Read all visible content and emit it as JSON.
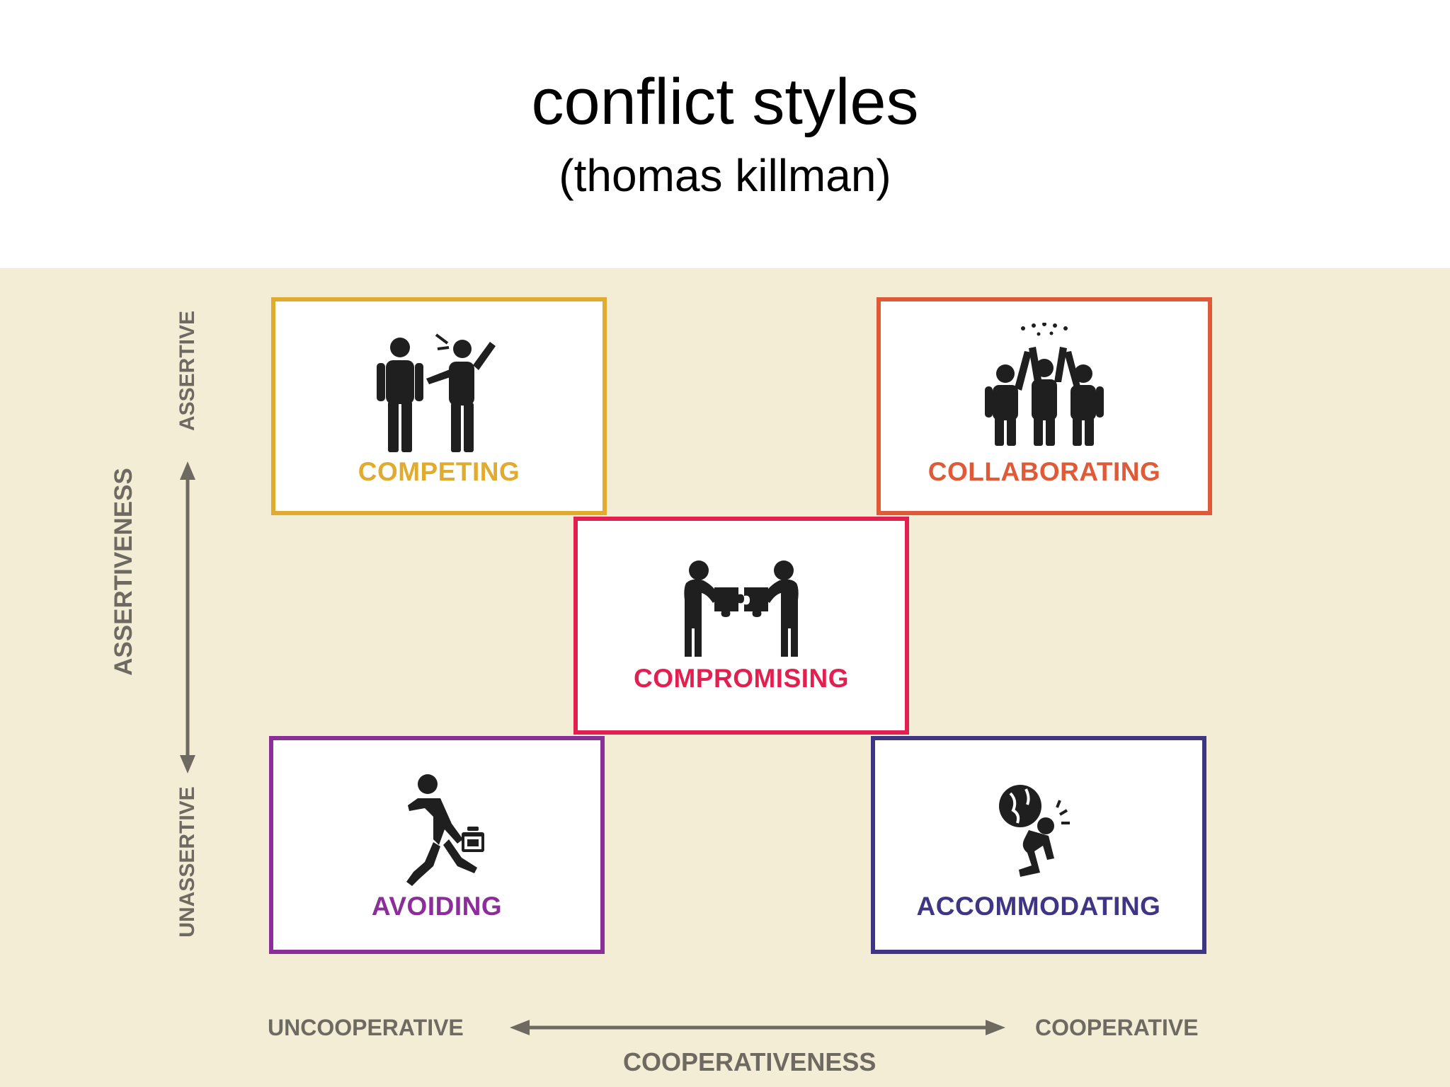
{
  "header": {
    "title": "conflict styles",
    "subtitle": "(thomas killman)"
  },
  "axes": {
    "vertical": {
      "label": "ASSERTIVENESS",
      "top": "ASSERTIVE",
      "bottom": "UNASSERTIVE"
    },
    "horizontal": {
      "label": "COOPERATIVENESS",
      "left": "UNCOOPERATIVE",
      "right": "COOPERATIVE"
    }
  },
  "styles": {
    "competing": {
      "label": "COMPETING",
      "color": "#e0ab2e",
      "icon": "two-people-arguing-icon"
    },
    "collaborating": {
      "label": "COLLABORATING",
      "color": "#e05a38",
      "icon": "group-high-five-icon"
    },
    "compromising": {
      "label": "COMPROMISING",
      "color": "#e21f4f",
      "icon": "puzzle-pieces-icon"
    },
    "avoiding": {
      "label": "AVOIDING",
      "color": "#8c2e9a",
      "icon": "running-person-icon"
    },
    "accommodating": {
      "label": "ACCOMMODATING",
      "color": "#3e3585",
      "icon": "carrying-globe-icon"
    }
  },
  "colors": {
    "panel": "#f3edd6",
    "axis": "#6e6a62"
  }
}
